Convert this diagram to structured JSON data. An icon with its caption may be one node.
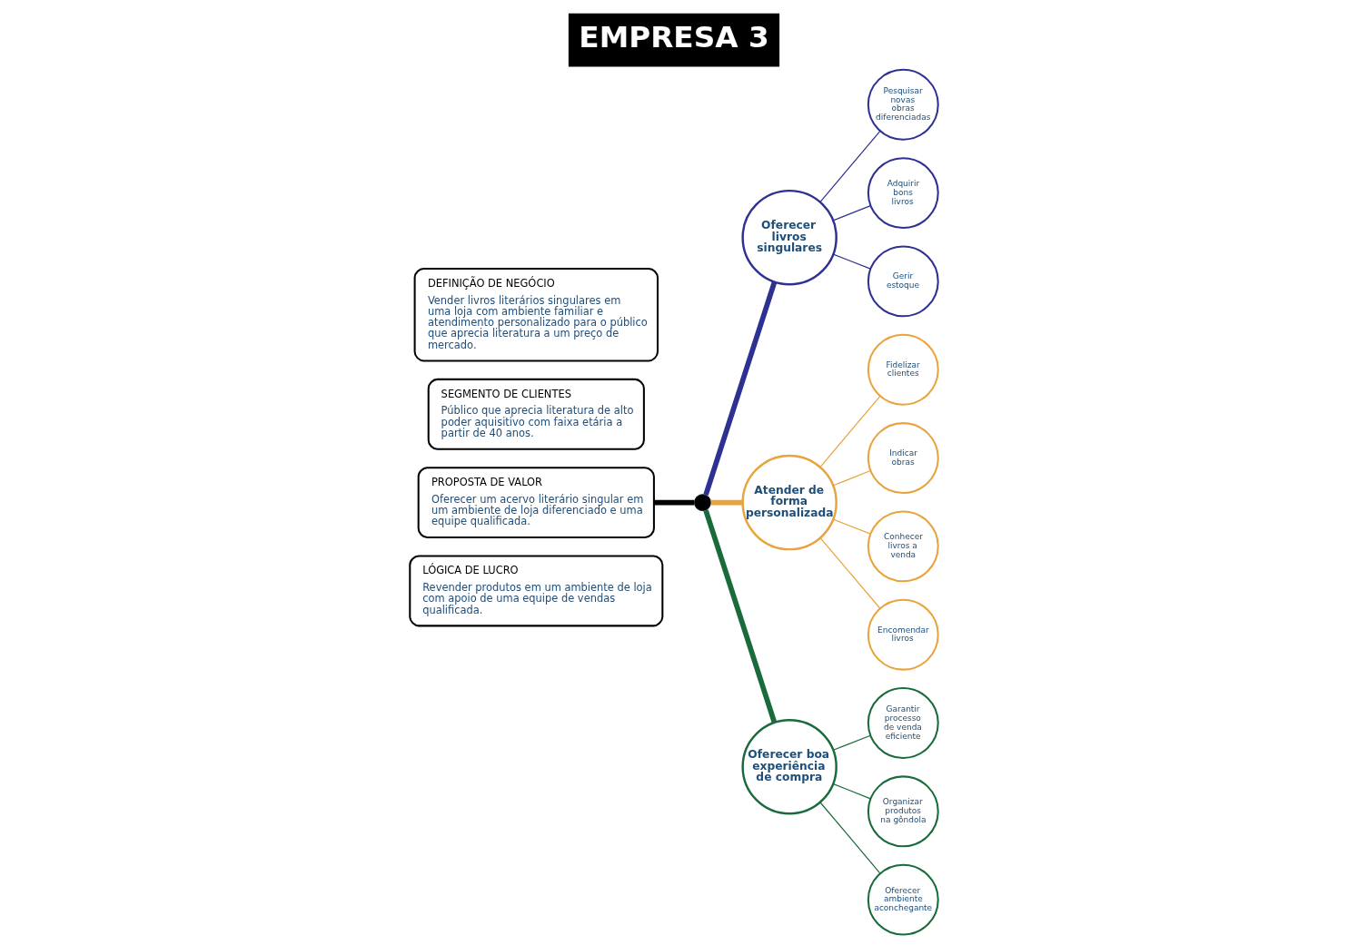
{
  "diagram": {
    "title": "EMPRESA 3",
    "nodes": [
      {
        "text": [
          "DEFINIÇÃO DE NEGÓCIO",
          "Vender livros literários singulares em uma loja com ambiente familiar e atendimento personalizado para o público que aprecia literatura a um preço de mercado."
        ]
      },
      {
        "text": [
          "SEGMENTO DE CLIENTES",
          "Público que aprecia literatura de alto poder aquisitivo com faixa etária a partir de 40 anos."
        ]
      },
      {
        "text": [
          "PROPOSTA DE VALOR",
          "Oferecer um acervo literário singular em um ambiente de loja diferenciado e uma equipe qualificada."
        ]
      },
      {
        "text": [
          "LÓGICA DE LUCRO",
          "Revender produtos em um ambiente de loja com apoio de uma equipe de vendas qualificada."
        ]
      },
      {
        "text": [],
        "shape": "circle"
      },
      {
        "text": [
          "Oferecer livros singulares"
        ]
      },
      {
        "text": [
          "Pesquisar novas obras diferenciadas"
        ]
      },
      {
        "text": [
          "Adquirir bons livros"
        ]
      },
      {
        "text": [
          "Gerir estoque"
        ]
      },
      {
        "text": [
          "Atender de forma personalizada"
        ]
      },
      {
        "text": [
          "Fidelizar clientes"
        ]
      },
      {
        "text": [
          "Indicar obras"
        ]
      },
      {
        "text": [
          "Conhecer livros a venda"
        ]
      },
      {
        "text": [
          "Encomendar livros"
        ]
      },
      {
        "text": [
          "Oferecer boa experiência de compra"
        ]
      },
      {
        "text": [
          "Garantir processo de venda eficiente"
        ]
      },
      {
        "text": [
          "Organizar produtos na gôndola"
        ]
      },
      {
        "text": [
          "Oferecer ambiente aconchegante"
        ]
      }
    ],
    "edges": [
      {
        "from": 2,
        "to": 4,
        "arrow": "none",
        "style": "thick",
        "color": "#000000"
      },
      {
        "from": 4,
        "to": 5,
        "arrow": "none",
        "style": "thick",
        "color": "#2e3192"
      },
      {
        "from": 4,
        "to": 9,
        "arrow": "none",
        "style": "thick",
        "color": "#e8a33d"
      },
      {
        "from": 4,
        "to": 14,
        "arrow": "none",
        "style": "thick",
        "color": "#1a6b3c"
      },
      {
        "from": 5,
        "to": 6,
        "arrow": "none",
        "color": "#2e3192"
      },
      {
        "from": 5,
        "to": 7,
        "arrow": "none",
        "color": "#2e3192"
      },
      {
        "from": 5,
        "to": 8,
        "arrow": "none",
        "color": "#2e3192"
      },
      {
        "from": 9,
        "to": 10,
        "arrow": "none",
        "color": "#e8a33d"
      },
      {
        "from": 9,
        "to": 11,
        "arrow": "none",
        "color": "#e8a33d"
      },
      {
        "from": 9,
        "to": 12,
        "arrow": "none",
        "color": "#e8a33d"
      },
      {
        "from": 9,
        "to": 13,
        "arrow": "none",
        "color": "#e8a33d"
      },
      {
        "from": 14,
        "to": 15,
        "arrow": "none",
        "color": "#1a6b3c"
      },
      {
        "from": 14,
        "to": 16,
        "arrow": "none",
        "color": "#1a6b3c"
      },
      {
        "from": 14,
        "to": 17,
        "arrow": "none",
        "color": "#1a6b3c"
      }
    ]
  }
}
